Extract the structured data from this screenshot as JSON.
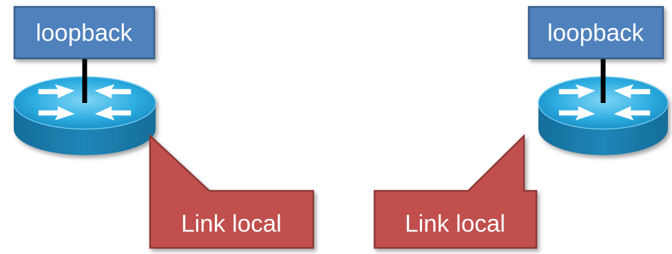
{
  "diagram": {
    "left_router": {
      "loopback_label": "loopback",
      "link_local_label": "Link local"
    },
    "right_router": {
      "loopback_label": "loopback",
      "link_local_label": "Link local"
    },
    "colors": {
      "loopback_box": "#4f81bd",
      "loopback_border": "#385d8a",
      "callout": "#c0504d",
      "callout_border": "#8c3836",
      "router_top": "#29a8de",
      "router_side": "#1d7fb0",
      "link": "#000000",
      "arrow": "#ffffff"
    }
  }
}
